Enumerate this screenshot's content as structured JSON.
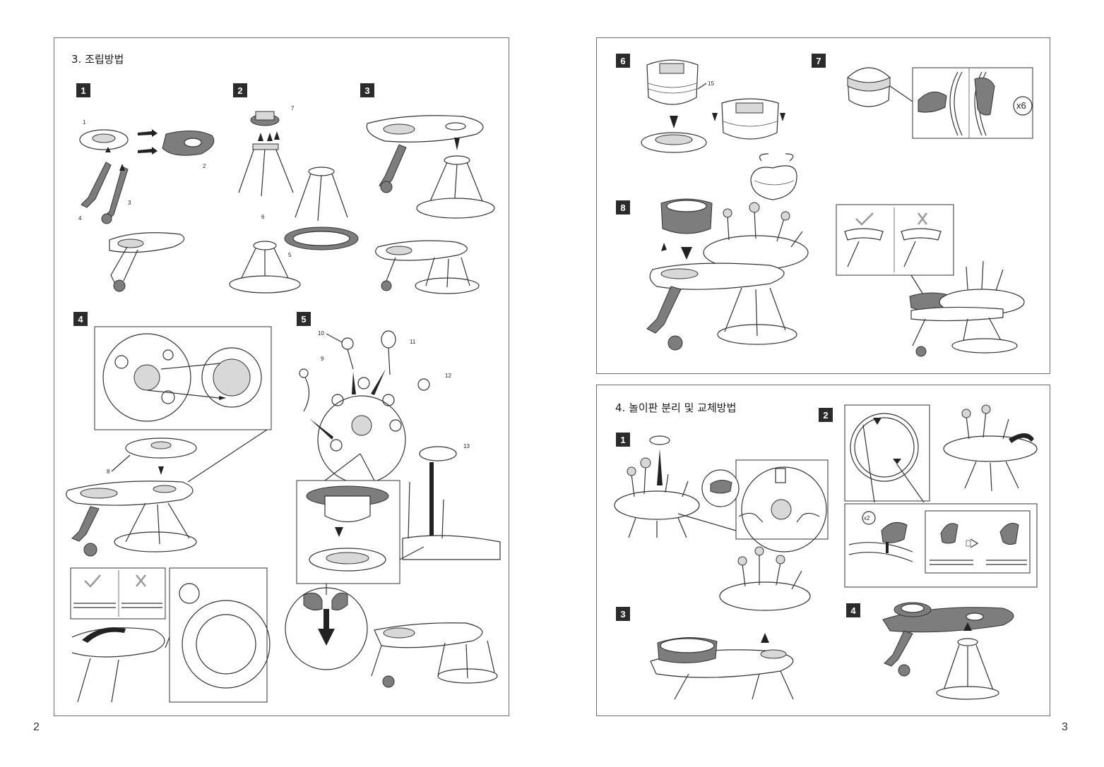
{
  "left_page": {
    "section_title": "3. 조립방법",
    "page_number": "2",
    "steps": [
      {
        "label": "1",
        "parts": [
          "1",
          "2",
          "3",
          "4"
        ]
      },
      {
        "label": "2",
        "parts": [
          "7",
          "6",
          "5"
        ]
      },
      {
        "label": "3"
      },
      {
        "label": "4",
        "parts": [
          "8"
        ]
      },
      {
        "label": "5",
        "parts": [
          "10",
          "11",
          "9",
          "12",
          "13"
        ]
      }
    ]
  },
  "right_page": {
    "page_number": "3",
    "assembly_steps": [
      {
        "label": "6",
        "parts": [
          "15"
        ]
      },
      {
        "label": "7",
        "multiplier": "x6"
      },
      {
        "label": "8"
      }
    ],
    "section_title": "4. 놀이판 분리 및 교체방법",
    "replacement_steps": [
      {
        "label": "1"
      },
      {
        "label": "2",
        "multiplier": "x2"
      },
      {
        "label": "3"
      },
      {
        "label": "4"
      }
    ]
  },
  "colors": {
    "border": "#6d6d6d",
    "badge": "#2b2b2b",
    "part_gray": "#7d7d7d"
  }
}
